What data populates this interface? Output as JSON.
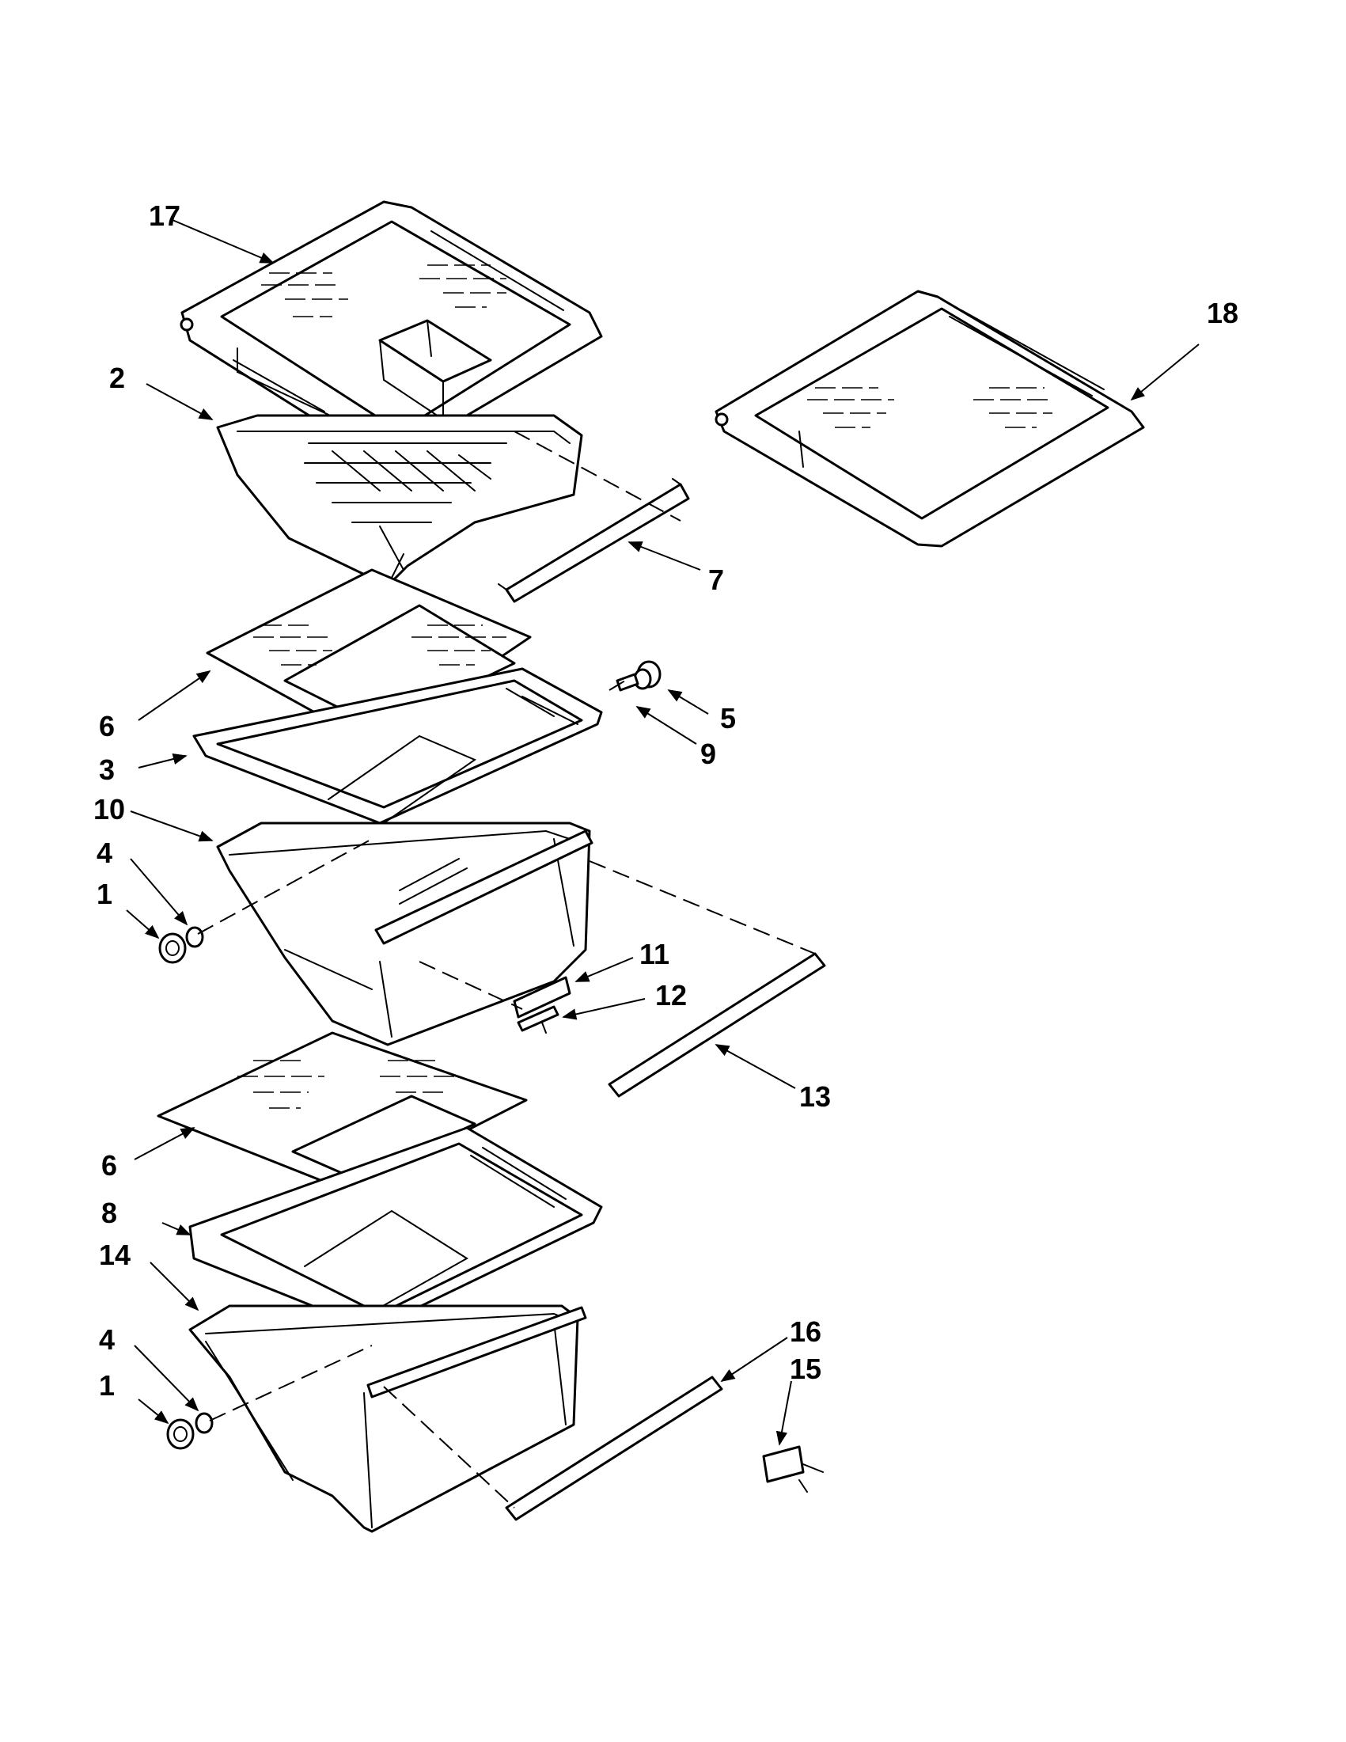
{
  "diagram": {
    "type": "exploded-parts-view",
    "callouts": [
      {
        "id": "c17",
        "label": "17"
      },
      {
        "id": "c2",
        "label": "2"
      },
      {
        "id": "c18",
        "label": "18"
      },
      {
        "id": "c7",
        "label": "7"
      },
      {
        "id": "c6a",
        "label": "6"
      },
      {
        "id": "c3",
        "label": "3"
      },
      {
        "id": "c5",
        "label": "5"
      },
      {
        "id": "c9",
        "label": "9"
      },
      {
        "id": "c10",
        "label": "10"
      },
      {
        "id": "c4a",
        "label": "4"
      },
      {
        "id": "c1a",
        "label": "1"
      },
      {
        "id": "c11",
        "label": "11"
      },
      {
        "id": "c12",
        "label": "12"
      },
      {
        "id": "c13",
        "label": "13"
      },
      {
        "id": "c6b",
        "label": "6"
      },
      {
        "id": "c8",
        "label": "8"
      },
      {
        "id": "c14",
        "label": "14"
      },
      {
        "id": "c16",
        "label": "16"
      },
      {
        "id": "c15",
        "label": "15"
      },
      {
        "id": "c4b",
        "label": "4"
      },
      {
        "id": "c1b",
        "label": "1"
      }
    ]
  },
  "colors": {
    "line": "#000000",
    "background": "#ffffff"
  }
}
